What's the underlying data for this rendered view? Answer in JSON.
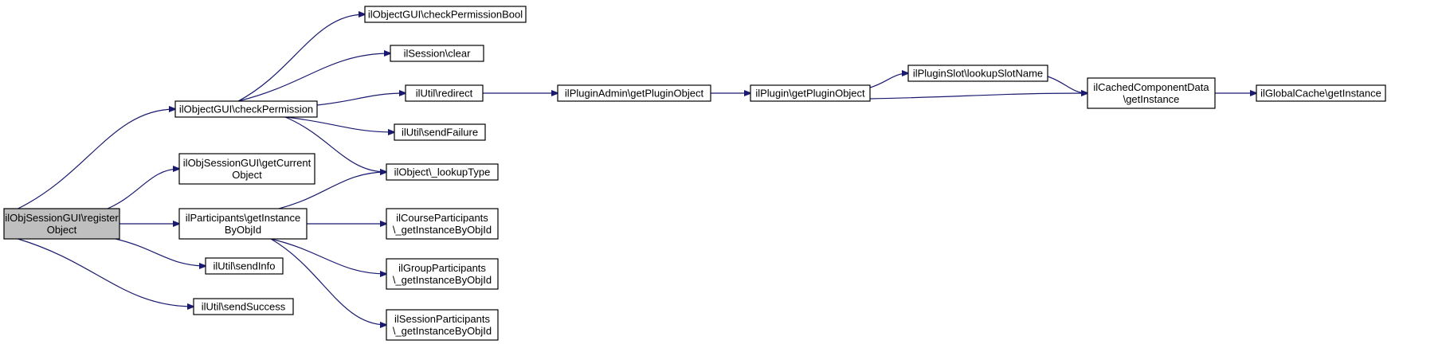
{
  "diagram": {
    "colors": {
      "edge": "#191970",
      "node_border": "#000000",
      "root_fill": "#bfbfbf",
      "node_fill": "#ffffff"
    },
    "nodes": [
      {
        "id": "root",
        "lines": [
          "ilObjSessionGUI\\register",
          "Object"
        ],
        "root": true
      },
      {
        "id": "checkPerm",
        "lines": [
          "ilObjectGUI\\checkPermission"
        ]
      },
      {
        "id": "getCurrent",
        "lines": [
          "ilObjSessionGUI\\getCurrent",
          "Object"
        ]
      },
      {
        "id": "partGetInst",
        "lines": [
          "ilParticipants\\getInstance",
          "ByObjId"
        ]
      },
      {
        "id": "sendInfo",
        "lines": [
          "ilUtil\\sendInfo"
        ]
      },
      {
        "id": "sendSuccess",
        "lines": [
          "ilUtil\\sendSuccess"
        ]
      },
      {
        "id": "checkPermBool",
        "lines": [
          "ilObjectGUI\\checkPermissionBool"
        ]
      },
      {
        "id": "sessClear",
        "lines": [
          "ilSession\\clear"
        ]
      },
      {
        "id": "redirect",
        "lines": [
          "ilUtil\\redirect"
        ]
      },
      {
        "id": "sendFailure",
        "lines": [
          "ilUtil\\sendFailure"
        ]
      },
      {
        "id": "lookupType",
        "lines": [
          "ilObject\\_lookupType"
        ]
      },
      {
        "id": "courseP",
        "lines": [
          "ilCourseParticipants",
          "\\_getInstanceByObjId"
        ]
      },
      {
        "id": "groupP",
        "lines": [
          "ilGroupParticipants",
          "\\_getInstanceByObjId"
        ]
      },
      {
        "id": "sessionP",
        "lines": [
          "ilSessionParticipants",
          "\\_getInstanceByObjId"
        ]
      },
      {
        "id": "pluginAdmin",
        "lines": [
          "ilPluginAdmin\\getPluginObject"
        ]
      },
      {
        "id": "plugin",
        "lines": [
          "ilPlugin\\getPluginObject"
        ]
      },
      {
        "id": "slot",
        "lines": [
          "ilPluginSlot\\lookupSlotName"
        ]
      },
      {
        "id": "cached",
        "lines": [
          "ilCachedComponentData",
          "\\getInstance"
        ]
      },
      {
        "id": "globalCache",
        "lines": [
          "ilGlobalCache\\getInstance"
        ]
      }
    ],
    "edges": [
      [
        "root",
        "checkPerm"
      ],
      [
        "root",
        "getCurrent"
      ],
      [
        "root",
        "partGetInst"
      ],
      [
        "root",
        "sendInfo"
      ],
      [
        "root",
        "sendSuccess"
      ],
      [
        "checkPerm",
        "checkPermBool"
      ],
      [
        "checkPerm",
        "sessClear"
      ],
      [
        "checkPerm",
        "redirect"
      ],
      [
        "checkPerm",
        "sendFailure"
      ],
      [
        "checkPerm",
        "lookupType"
      ],
      [
        "partGetInst",
        "lookupType"
      ],
      [
        "partGetInst",
        "courseP"
      ],
      [
        "partGetInst",
        "groupP"
      ],
      [
        "partGetInst",
        "sessionP"
      ],
      [
        "redirect",
        "pluginAdmin"
      ],
      [
        "pluginAdmin",
        "plugin"
      ],
      [
        "plugin",
        "slot"
      ],
      [
        "plugin",
        "cached"
      ],
      [
        "slot",
        "cached"
      ],
      [
        "cached",
        "globalCache"
      ]
    ]
  }
}
